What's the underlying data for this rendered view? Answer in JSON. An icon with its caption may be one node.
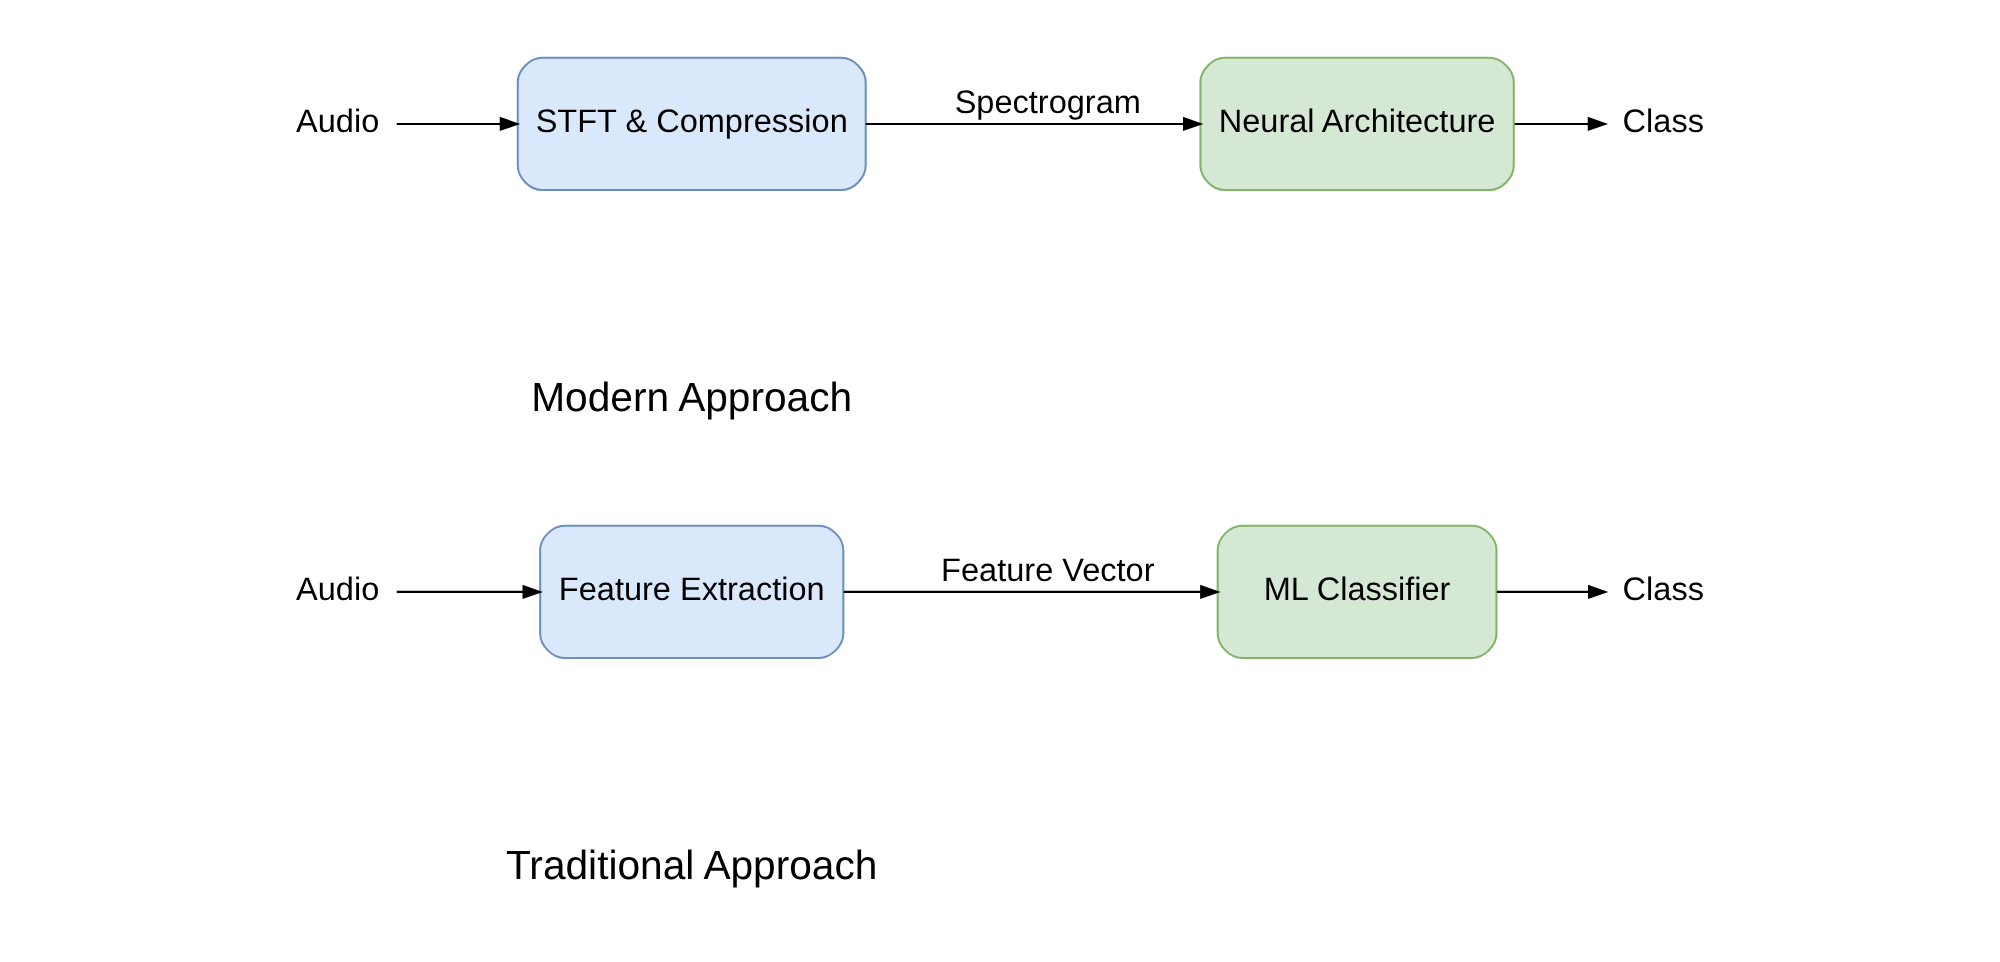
{
  "diagram": {
    "nodes": [
      {
        "text": [
          "Audio"
        ]
      },
      {
        "text": [
          "Feature Extraction"
        ]
      },
      {
        "text": [
          "ML Classifier"
        ]
      },
      {
        "text": [
          "Class"
        ]
      },
      {
        "text": [
          "Audio"
        ]
      },
      {
        "text": [
          "STFT & Compression"
        ]
      },
      {
        "text": [
          "Neural Architecture"
        ]
      },
      {
        "text": [
          "Class"
        ]
      }
    ],
    "edges": [
      {
        "from": 0,
        "to": 1,
        "arrow": "to"
      },
      {
        "from": 1,
        "to": 2,
        "arrow": "to",
        "label": "Feature Vector"
      },
      {
        "from": 2,
        "to": 3,
        "arrow": "to"
      },
      {
        "from": 4,
        "to": 5,
        "arrow": "to"
      },
      {
        "from": 5,
        "to": 6,
        "arrow": "to",
        "label": "Spectrogram"
      },
      {
        "from": 6,
        "to": 7,
        "arrow": "to"
      }
    ],
    "labels": [
      "Traditional Approach",
      "Modern Approach"
    ]
  }
}
